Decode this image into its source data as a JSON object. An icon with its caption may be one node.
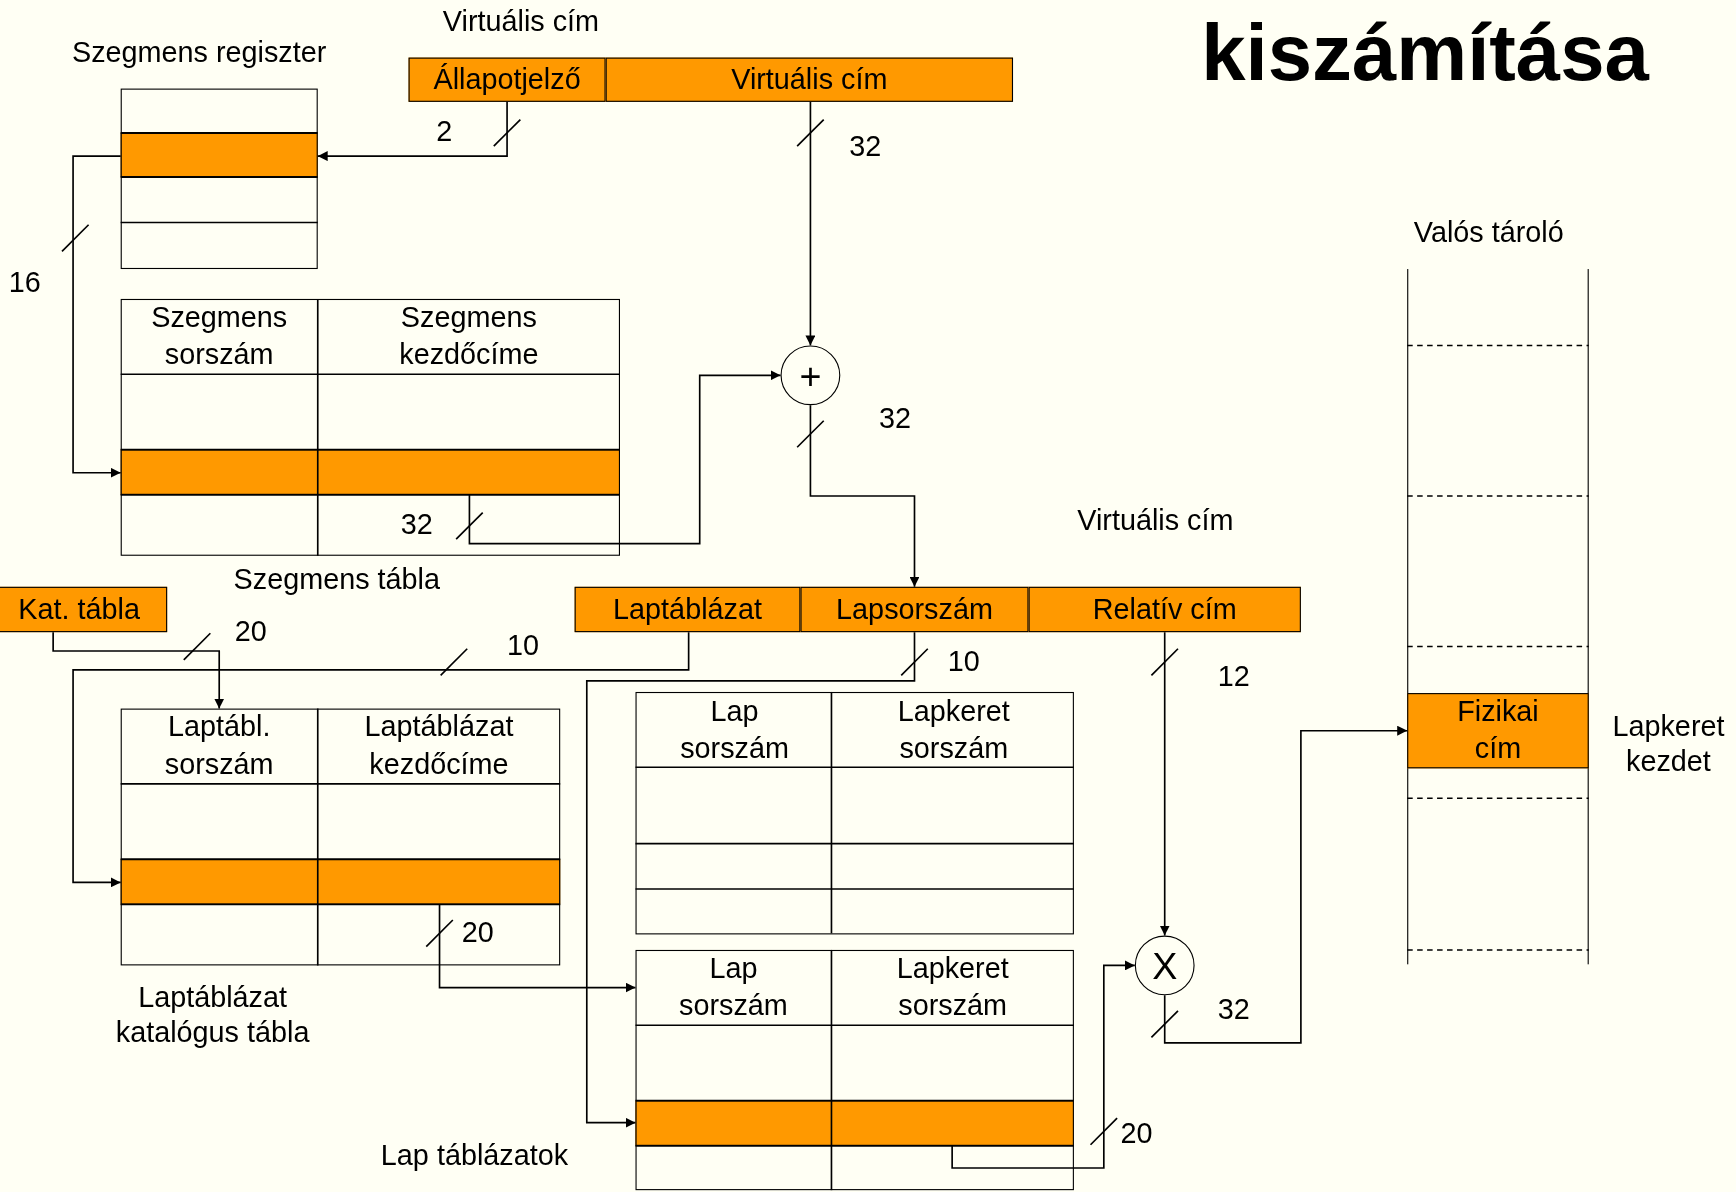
{
  "diagram": {
    "title": "kiszámítása",
    "nodes": [
      {
        "text": [
          "Virtuális cím"
        ]
      },
      {
        "text": [
          "Állapotjelző"
        ],
        "in": 0
      },
      {
        "text": [
          "Virtuális cím"
        ],
        "in": 0
      },
      {
        "text": [
          "Szegmens regiszter"
        ]
      },
      {
        "text": [],
        "shape": "box",
        "in": 3
      },
      {
        "text": [
          "Szegmens tábla"
        ]
      },
      {
        "text": [
          "Szegmens sorszám"
        ],
        "in": 5
      },
      {
        "text": [
          "Szegmens kezdőcíme"
        ],
        "in": 5
      },
      {
        "text": [],
        "shape": "box",
        "in": 5
      },
      {
        "text": [
          "+"
        ]
      },
      {
        "text": [
          "Virtuális cím"
        ]
      },
      {
        "text": [
          "Laptáblázat"
        ],
        "in": 10
      },
      {
        "text": [
          "Lapsorszám"
        ],
        "in": 10
      },
      {
        "text": [
          "Relatív cím"
        ],
        "in": 10
      },
      {
        "text": [
          "Kat. tábla"
        ]
      },
      {
        "text": [
          "Laptáblázat katalógus tábla"
        ]
      },
      {
        "text": [
          "Laptábl. sorszám"
        ],
        "in": 15
      },
      {
        "text": [
          "Laptáblázat kezdőcíme"
        ],
        "in": 15
      },
      {
        "text": [],
        "shape": "box",
        "in": 15
      },
      {
        "text": [],
        "shape": "box"
      },
      {
        "text": [
          "Lap sorszám"
        ],
        "in": 19
      },
      {
        "text": [
          "Lapkeret sorszám"
        ],
        "in": 19
      },
      {
        "text": [],
        "shape": "box",
        "beside": [
          "Lap táblázatok"
        ]
      },
      {
        "text": [
          "Lap sorszám"
        ],
        "in": 22
      },
      {
        "text": [
          "Lapkeret sorszám"
        ],
        "in": 22
      },
      {
        "text": [],
        "shape": "box",
        "in": 22
      },
      {
        "text": [
          "X"
        ]
      },
      {
        "text": [
          "Valós tároló"
        ]
      },
      {
        "text": [
          "Fizikai cím"
        ],
        "in": 27,
        "beside": [
          "Lapkeret kezdet"
        ]
      }
    ],
    "edges": [
      {
        "from": 1,
        "to": 4,
        "arrow": "to",
        "label": "2"
      },
      {
        "from": 2,
        "to": 9,
        "arrow": "to",
        "label": "32"
      },
      {
        "from": 4,
        "to": 8,
        "arrow": "to",
        "label": "16"
      },
      {
        "from": 8,
        "to": 9,
        "arrow": "to",
        "label": "32"
      },
      {
        "from": 9,
        "to": 10,
        "arrow": "to",
        "label": "32"
      },
      {
        "from": 14,
        "to": 15,
        "arrow": "to",
        "label": "20"
      },
      {
        "from": 11,
        "to": 18,
        "arrow": "to",
        "label": "10"
      },
      {
        "from": 18,
        "to": 22,
        "arrow": "to",
        "label": "20"
      },
      {
        "from": 12,
        "to": 25,
        "arrow": "to",
        "label": "10"
      },
      {
        "from": 13,
        "to": 26,
        "arrow": "to",
        "label": "12"
      },
      {
        "from": 25,
        "to": 26,
        "arrow": "to",
        "label": "20"
      },
      {
        "from": 26,
        "to": 28,
        "arrow": "to",
        "label": "32"
      }
    ]
  }
}
